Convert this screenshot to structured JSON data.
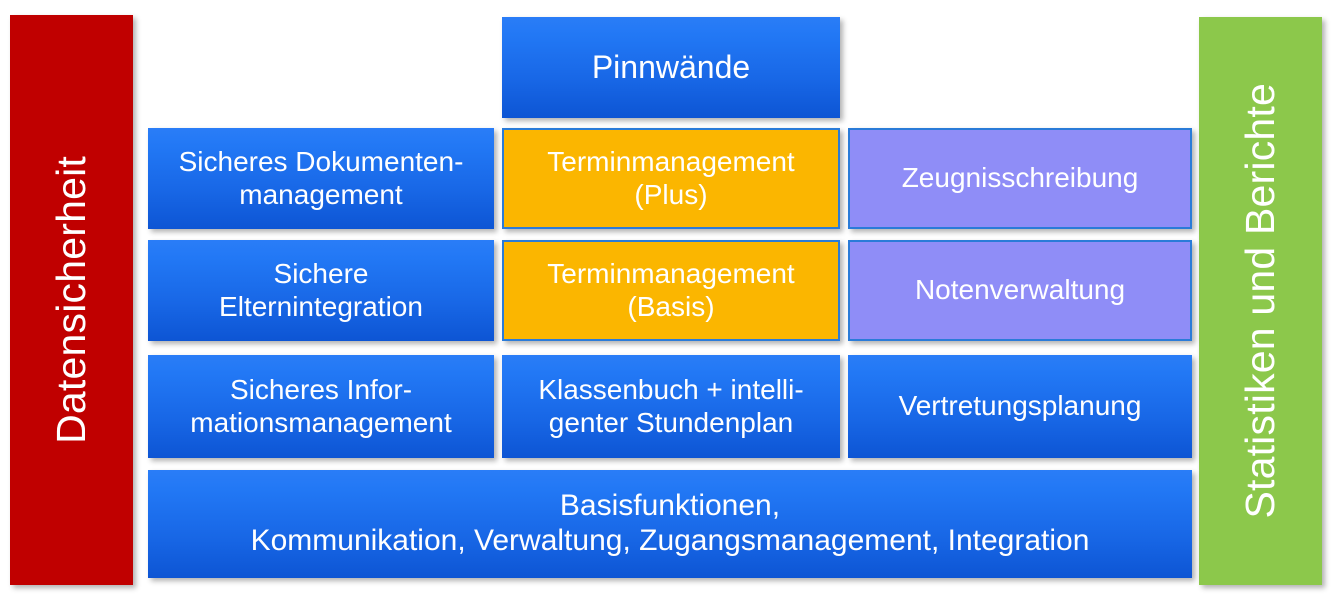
{
  "diagram": {
    "title_hidden": "",
    "colors": {
      "red": "#C00000",
      "green": "#8CC84B",
      "blue_top": "#2278F5",
      "blue_bottom": "#0D55D4",
      "orange": "#FBB600",
      "purple": "#8F8DF7",
      "border_blue": "#2A7BD8",
      "text": "#FFFFFF"
    },
    "left_pillar": {
      "label": "Datensicherheit",
      "color": "#C00000"
    },
    "right_pillar": {
      "label": "Statistiken und Berichte",
      "color": "#8CC84B"
    },
    "top_box": {
      "label": "Pinnwände",
      "color": "#2278F5",
      "style": "blue"
    },
    "rows": [
      {
        "cells": [
          {
            "line1": "Sicheres Dokumenten-",
            "line2": "management",
            "style": "blue"
          },
          {
            "line1": "Terminmanagement",
            "line2": "(Plus)",
            "style": "orange"
          },
          {
            "line1": "Zeugnisschreibung",
            "line2": "",
            "style": "purple"
          }
        ]
      },
      {
        "cells": [
          {
            "line1": "Sichere",
            "line2": "Elternintegration",
            "style": "blue"
          },
          {
            "line1": "Terminmanagement",
            "line2": "(Basis)",
            "style": "orange"
          },
          {
            "line1": "Notenverwaltung",
            "line2": "",
            "style": "purple"
          }
        ]
      },
      {
        "cells": [
          {
            "line1": "Sicheres Infor-",
            "line2": "mationsmanagement",
            "style": "blue"
          },
          {
            "line1": "Klassenbuch + intelli-",
            "line2": "genter Stundenplan",
            "style": "blue"
          },
          {
            "line1": "Vertretungsplanung",
            "line2": "",
            "style": "blue"
          }
        ]
      }
    ],
    "bottom_box": {
      "line1": "Basisfunktionen,",
      "line2": "Kommunikation, Verwaltung, Zugangsmanagement, Integration",
      "style": "blue"
    }
  }
}
